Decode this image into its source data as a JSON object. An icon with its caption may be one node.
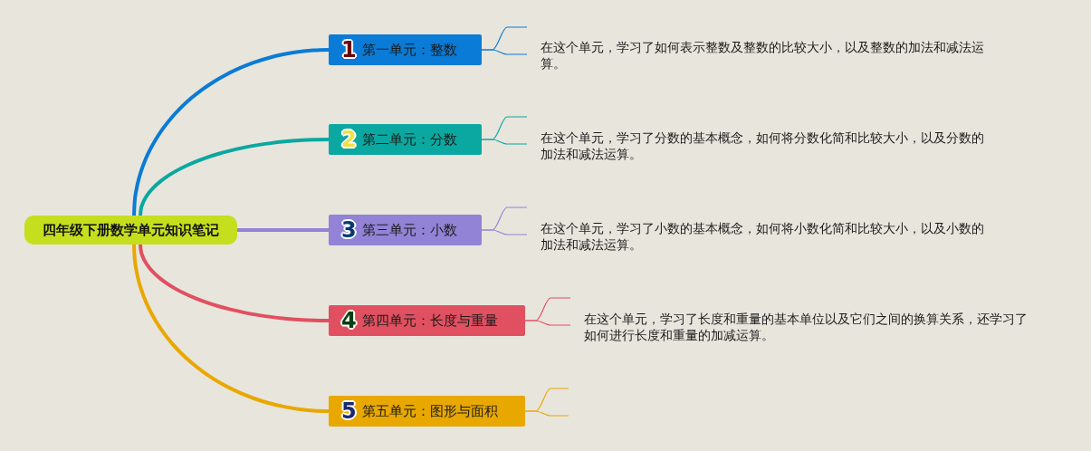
{
  "diagram": {
    "nodes": [
      {
        "text": [
          "四年级下册数学单元知识笔记"
        ]
      },
      {
        "text": [
          "1",
          "第一单元：整数"
        ]
      },
      {
        "text": [
          "2",
          "第二单元：分数"
        ]
      },
      {
        "text": [
          "3",
          "第三单元：小数"
        ]
      },
      {
        "text": [
          "4",
          "第四单元：长度与重量"
        ]
      },
      {
        "text": [
          "5",
          "第五单元：图形与面积"
        ]
      },
      {
        "text": [
          "在这个单元，学习了如何表示整数及整数的比较大小，以及整数的加法和减法运算。"
        ]
      },
      {
        "text": [
          "在这个单元，学习了分数的基本概念，如何将分数化简和比较大小，以及分数的加法和减法运算。"
        ]
      },
      {
        "text": [
          "在这个单元，学习了小数的基本概念，如何将小数化简和比较大小，以及小数的加法和减法运算。"
        ]
      },
      {
        "text": [
          "在这个单元，学习了长度和重量的基本单位以及它们之间的换算关系，还学习了如何进行长度和重量的加减运算。"
        ]
      }
    ],
    "edges": [
      {
        "from": 0,
        "to": 1,
        "arrow": "none",
        "style": "thick",
        "color": "#0a7bd6"
      },
      {
        "from": 0,
        "to": 2,
        "arrow": "none",
        "style": "thick",
        "color": "#0aa8a0"
      },
      {
        "from": 0,
        "to": 3,
        "arrow": "none",
        "style": "thick",
        "color": "#9283d6"
      },
      {
        "from": 0,
        "to": 4,
        "arrow": "none",
        "style": "thick",
        "color": "#e05060"
      },
      {
        "from": 0,
        "to": 5,
        "arrow": "none",
        "style": "thick",
        "color": "#e8a800"
      },
      {
        "from": 1,
        "to": 6,
        "arrow": "none",
        "color": "#0a7bd6"
      },
      {
        "from": 1,
        "to": 6,
        "arrow": "none",
        "color": "#0a7bd6"
      },
      {
        "from": 2,
        "to": 7,
        "arrow": "none",
        "color": "#0aa8a0"
      },
      {
        "from": 2,
        "to": 7,
        "arrow": "none",
        "color": "#0aa8a0"
      },
      {
        "from": 3,
        "to": 8,
        "arrow": "none",
        "color": "#9283d6"
      },
      {
        "from": 3,
        "to": 8,
        "arrow": "none",
        "color": "#9283d6"
      },
      {
        "from": 4,
        "to": 9,
        "arrow": "none",
        "color": "#e05060"
      },
      {
        "from": 4,
        "to": 9,
        "arrow": "none",
        "color": "#e05060"
      },
      {
        "from": 5,
        "to": null,
        "arrow": "none",
        "color": "#e8a800"
      },
      {
        "from": 5,
        "to": null,
        "arrow": "none",
        "color": "#e8a800"
      }
    ]
  }
}
